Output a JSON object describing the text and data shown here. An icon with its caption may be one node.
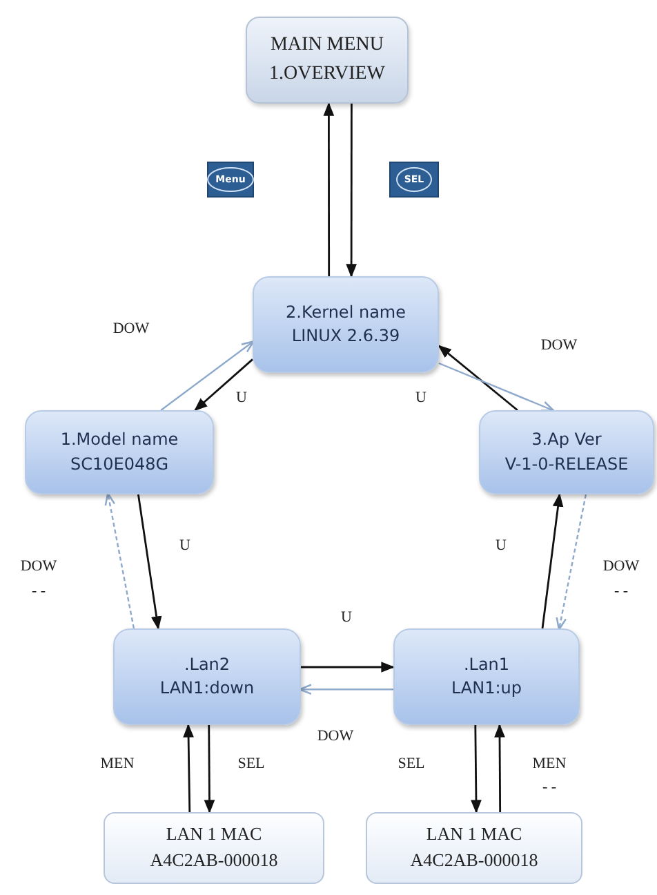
{
  "diagram": {
    "nodes": [
      {
        "text": [
          "MAIN MENU",
          "1.OVERVIEW"
        ]
      },
      {
        "text": [
          "Menu"
        ]
      },
      {
        "text": [
          "SEL"
        ]
      },
      {
        "text": [
          "2.Kernel name",
          "LINUX 2.6.39"
        ]
      },
      {
        "text": [
          "1.Model name",
          "SC10E048G"
        ]
      },
      {
        "text": [
          "3.Ap Ver",
          "V-1-0-RELEASE"
        ]
      },
      {
        "text": [
          ".Lan2",
          "LAN1:down"
        ]
      },
      {
        "text": [
          ".Lan1",
          "LAN1:up"
        ]
      },
      {
        "text": [
          "LAN 1 MAC",
          "A4C2AB-000018"
        ]
      },
      {
        "text": [
          "LAN 1 MAC",
          "A4C2AB-000018"
        ]
      }
    ],
    "edges": [
      {
        "from": 3,
        "to": 0,
        "arrow": "to"
      },
      {
        "from": 0,
        "to": 3,
        "arrow": "to"
      },
      {
        "from": 4,
        "to": 3,
        "arrow": "to",
        "label": "DOW",
        "color": "#8fa9cc"
      },
      {
        "from": 3,
        "to": 4,
        "arrow": "to",
        "label": "U"
      },
      {
        "from": 5,
        "to": 3,
        "arrow": "to",
        "label": "U"
      },
      {
        "from": 3,
        "to": 5,
        "arrow": "to",
        "label": "DOW",
        "color": "#8fa9cc"
      },
      {
        "from": 4,
        "to": 6,
        "arrow": "to",
        "label": "U"
      },
      {
        "from": 6,
        "to": 4,
        "arrow": "to",
        "label": "DOW",
        "style": "dashed",
        "color": "#8fa9cc"
      },
      {
        "from": 7,
        "to": 5,
        "arrow": "to",
        "label": "U"
      },
      {
        "from": 5,
        "to": 7,
        "arrow": "to",
        "label": "DOW",
        "style": "dashed",
        "color": "#8fa9cc"
      },
      {
        "from": 6,
        "to": 7,
        "arrow": "to",
        "label": "U"
      },
      {
        "from": 7,
        "to": 6,
        "arrow": "to",
        "label": "DOW",
        "color": "#8fa9cc"
      },
      {
        "from": 8,
        "to": 6,
        "arrow": "to",
        "label": "MEN"
      },
      {
        "from": 6,
        "to": 8,
        "arrow": "to",
        "label": "SEL"
      },
      {
        "from": 7,
        "to": 9,
        "arrow": "to",
        "label": "SEL"
      },
      {
        "from": 9,
        "to": 7,
        "arrow": "to",
        "label": "MEN"
      }
    ],
    "labels": [
      "- -",
      "- -",
      "- -"
    ]
  }
}
